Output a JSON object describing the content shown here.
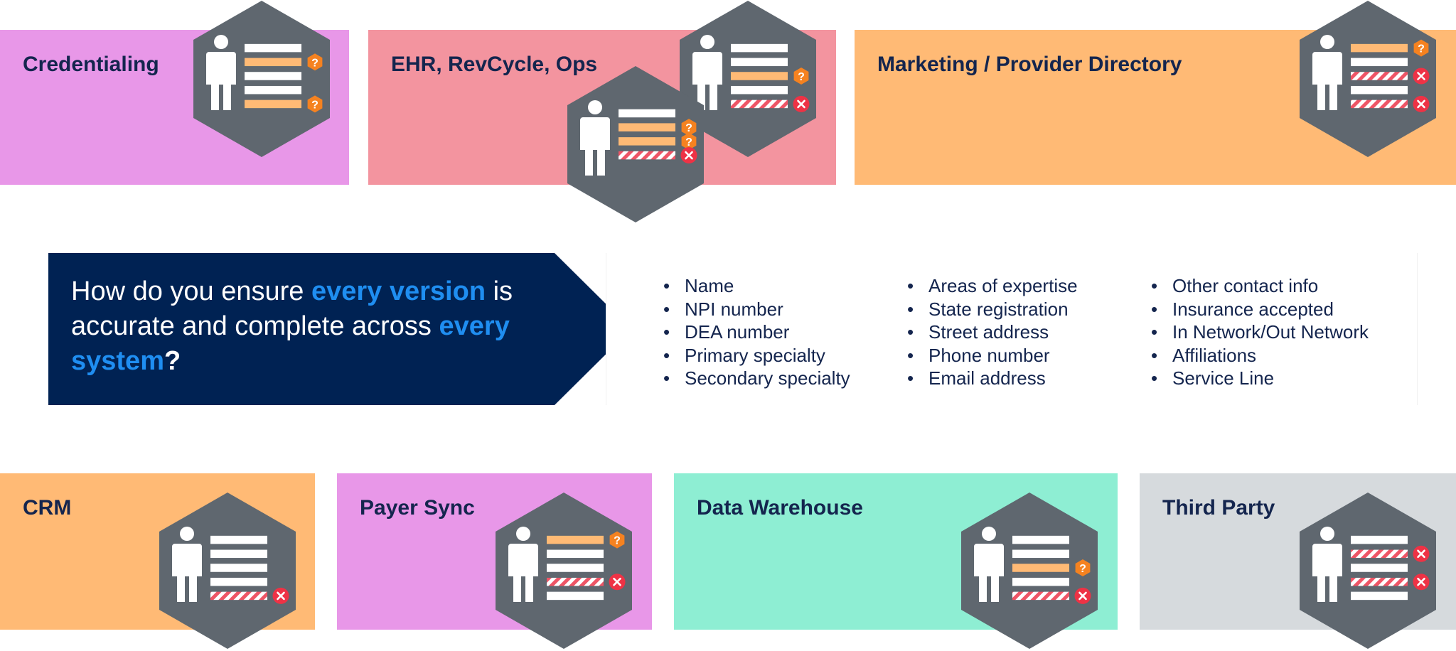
{
  "colors": {
    "pink": "#e897e8",
    "rose": "#f3949f",
    "orange": "#ffba75",
    "mint": "#8eeed3",
    "gray": "#d6dadd",
    "hex": "#5f676f",
    "navy": "#002253",
    "accent_blue": "#1f8ef1",
    "question_badge": "#f58220",
    "error_badge": "#ee3245",
    "bar_warn": "#ffba75",
    "bar_error": "#ee5566"
  },
  "systems_top": [
    {
      "label": "Credentialing",
      "color": "pink"
    },
    {
      "label": "EHR, RevCycle, Ops",
      "color": "rose"
    },
    {
      "label": "Marketing / Provider Directory",
      "color": "orange"
    }
  ],
  "systems_bottom": [
    {
      "label": "CRM",
      "color": "orange"
    },
    {
      "label": "Payer Sync",
      "color": "pink"
    },
    {
      "label": "Data Warehouse",
      "color": "mint"
    },
    {
      "label": "Third Party",
      "color": "gray"
    }
  ],
  "question": {
    "p1": "How do you ensure ",
    "h1": "every version",
    "p2": " is accurate and complete across ",
    "h2": "every system",
    "p3": "?"
  },
  "fields": {
    "col1": [
      "Name",
      "NPI number",
      "DEA number",
      "Primary specialty",
      "Secondary specialty"
    ],
    "col2": [
      "Areas of expertise",
      "State registration",
      "Street address",
      "Phone number",
      "Email address"
    ],
    "col3": [
      "Other contact info",
      "Insurance accepted",
      "In Network/Out Network",
      "Affiliations",
      "Service Line"
    ]
  },
  "record_icons": {
    "credentialing": {
      "rows": [
        "ok",
        "warn",
        "ok",
        "ok",
        "warn"
      ],
      "badges": [
        "none",
        "question",
        "none",
        "none",
        "question"
      ]
    },
    "ehr_back": {
      "rows": [
        "ok",
        "ok",
        "warn",
        "ok",
        "error"
      ],
      "badges": [
        "none",
        "none",
        "question",
        "none",
        "error"
      ]
    },
    "ehr_front": {
      "rows": [
        "ok",
        "warn",
        "warn",
        "error"
      ],
      "badges": [
        "none",
        "question",
        "question",
        "error"
      ]
    },
    "marketing": {
      "rows": [
        "warn",
        "ok",
        "error",
        "ok",
        "error"
      ],
      "badges": [
        "question",
        "none",
        "error",
        "none",
        "error"
      ]
    },
    "crm": {
      "rows": [
        "ok",
        "ok",
        "ok",
        "ok",
        "error"
      ],
      "badges": [
        "none",
        "none",
        "none",
        "none",
        "error"
      ]
    },
    "payer_sync": {
      "rows": [
        "warn",
        "ok",
        "ok",
        "error",
        "ok"
      ],
      "badges": [
        "question",
        "none",
        "none",
        "error",
        "none"
      ]
    },
    "data_warehouse": {
      "rows": [
        "ok",
        "ok",
        "warn",
        "ok",
        "error"
      ],
      "badges": [
        "none",
        "none",
        "question",
        "none",
        "error"
      ]
    },
    "third_party": {
      "rows": [
        "ok",
        "error",
        "ok",
        "error",
        "ok"
      ],
      "badges": [
        "none",
        "error",
        "none",
        "error",
        "none"
      ]
    }
  },
  "icons": {
    "person": "person-icon",
    "question": "question-badge-icon",
    "error": "error-badge-icon"
  }
}
